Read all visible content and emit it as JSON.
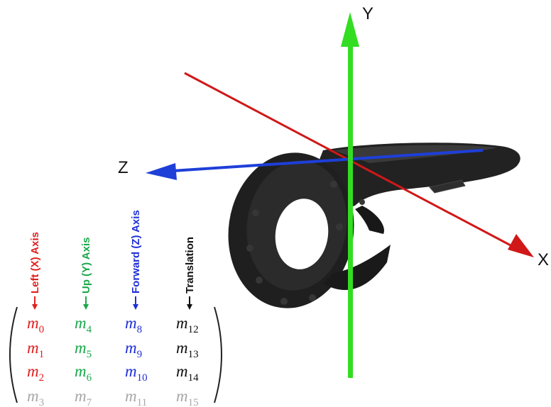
{
  "axes": {
    "x_label": "X",
    "y_label": "Y",
    "z_label": "Z"
  },
  "columns": [
    {
      "label": "Left (X) Axis",
      "color": "#e02020",
      "entries": [
        {
          "base": "m",
          "sub": "0"
        },
        {
          "base": "m",
          "sub": "1"
        },
        {
          "base": "m",
          "sub": "2"
        },
        {
          "base": "m",
          "sub": "3"
        }
      ]
    },
    {
      "label": "Up (Y) Axis",
      "color": "#1aa84a",
      "entries": [
        {
          "base": "m",
          "sub": "4"
        },
        {
          "base": "m",
          "sub": "5"
        },
        {
          "base": "m",
          "sub": "6"
        },
        {
          "base": "m",
          "sub": "7"
        }
      ]
    },
    {
      "label": "Forward (Z) Axis",
      "color": "#1e2fd8",
      "entries": [
        {
          "base": "m",
          "sub": "8"
        },
        {
          "base": "m",
          "sub": "9"
        },
        {
          "base": "m",
          "sub": "10"
        },
        {
          "base": "m",
          "sub": "11"
        }
      ]
    },
    {
      "label": "Translation",
      "color": "#111111",
      "entries": [
        {
          "base": "m",
          "sub": "12"
        },
        {
          "base": "m",
          "sub": "13"
        },
        {
          "base": "m",
          "sub": "14"
        },
        {
          "base": "m",
          "sub": "15"
        }
      ]
    }
  ],
  "colors": {
    "x_axis": "#d01818",
    "y_axis": "#33dd22",
    "z_axis": "#1e3fd8",
    "last_row": "#a8a8a8",
    "controller": "#1c1c1c"
  }
}
